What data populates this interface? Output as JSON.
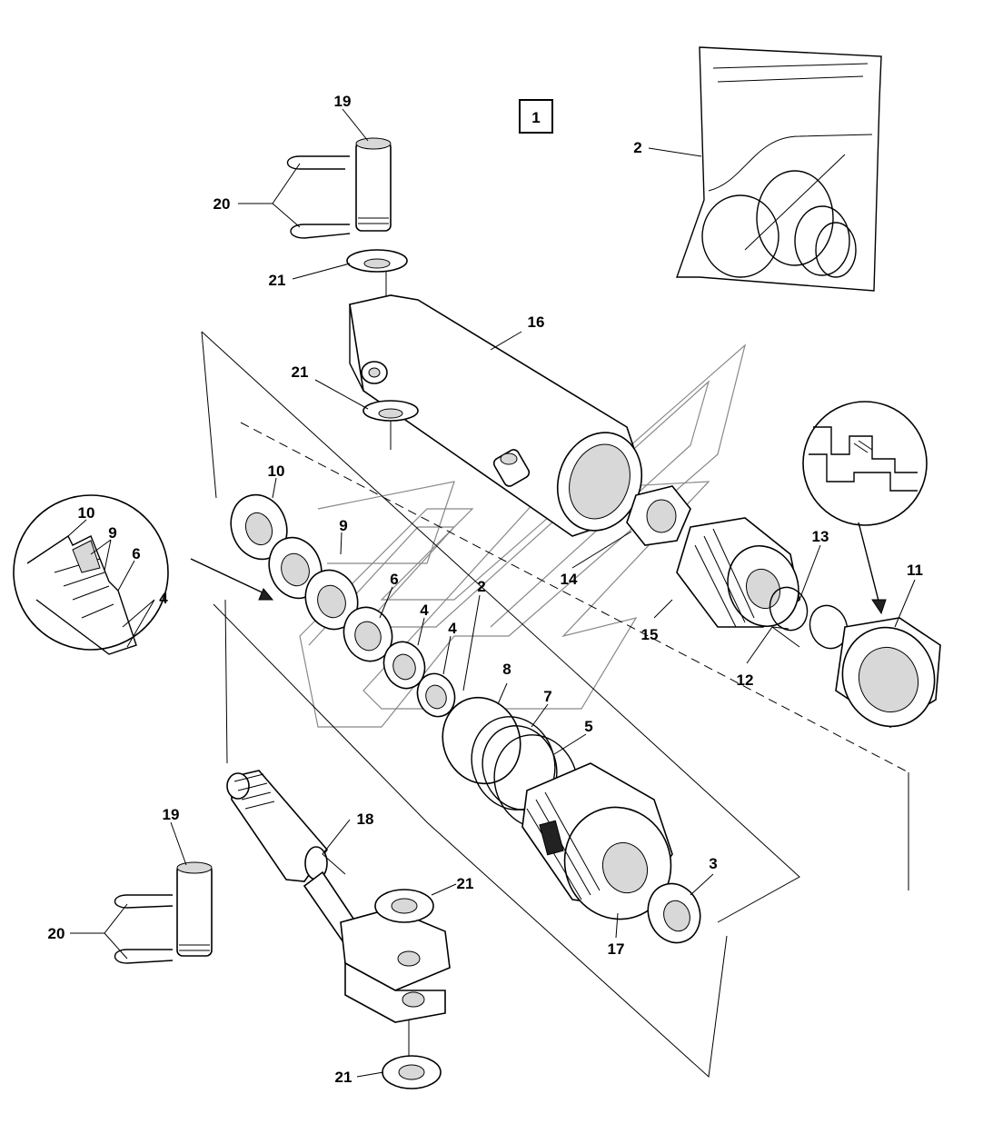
{
  "diagram": {
    "kit_box_label": "1",
    "callouts": {
      "c19_top": "19",
      "c20_top": "20",
      "c21_a": "21",
      "c21_b": "21",
      "c16": "16",
      "c2_bag": "2",
      "c10": "10",
      "c9": "9",
      "c6": "6",
      "c4_a": "4",
      "c4_b": "4",
      "c2_mid": "2",
      "c14": "14",
      "c13": "13",
      "c11": "11",
      "c15": "15",
      "c12": "12",
      "c8": "8",
      "c7": "7",
      "c5": "5",
      "c3": "3",
      "c17": "17",
      "c18": "18",
      "c19_bot": "19",
      "c20_bot": "20",
      "c21_c": "21",
      "c21_d": "21",
      "d_10": "10",
      "d_9": "9",
      "d_6": "6",
      "d_4": "4"
    },
    "colors": {
      "ink": "#000000",
      "watermark": "#888888",
      "paper": "#ffffff"
    }
  }
}
